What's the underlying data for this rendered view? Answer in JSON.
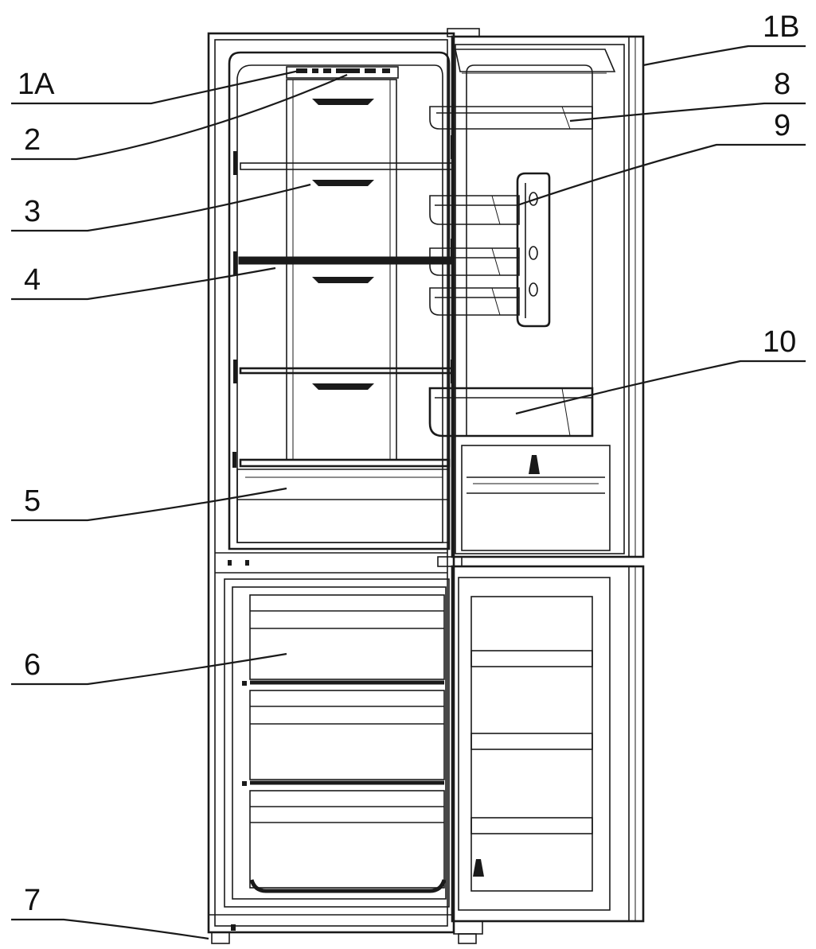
{
  "callouts": [
    {
      "id": "1A",
      "label": "1A"
    },
    {
      "id": "2",
      "label": "2"
    },
    {
      "id": "3",
      "label": "3"
    },
    {
      "id": "4",
      "label": "4"
    },
    {
      "id": "5",
      "label": "5"
    },
    {
      "id": "6",
      "label": "6"
    },
    {
      "id": "7",
      "label": "7"
    },
    {
      "id": "1B",
      "label": "1B"
    },
    {
      "id": "8",
      "label": "8"
    },
    {
      "id": "9",
      "label": "9"
    },
    {
      "id": "10",
      "label": "10"
    }
  ],
  "colors": {
    "line": "#1a1a1a",
    "background": "#ffffff"
  }
}
